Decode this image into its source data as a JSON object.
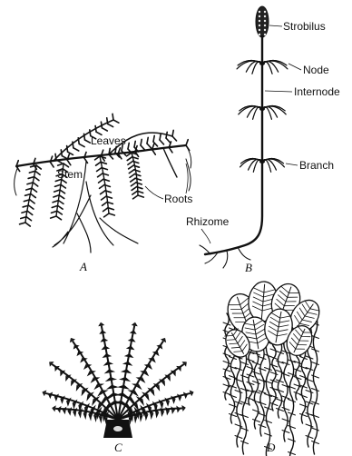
{
  "figure": {
    "panels": [
      {
        "id": "A",
        "caption": "A",
        "labels": [
          "Leaves",
          "Stem",
          "Roots"
        ]
      },
      {
        "id": "B",
        "caption": "B",
        "labels": [
          "Strobilus",
          "Node",
          "Internode",
          "Branch",
          "Rhizome"
        ]
      },
      {
        "id": "C",
        "caption": "C",
        "labels": []
      },
      {
        "id": "D",
        "caption": "D",
        "labels": []
      }
    ]
  },
  "colors": {
    "ink": "#111111",
    "background": "#ffffff"
  }
}
